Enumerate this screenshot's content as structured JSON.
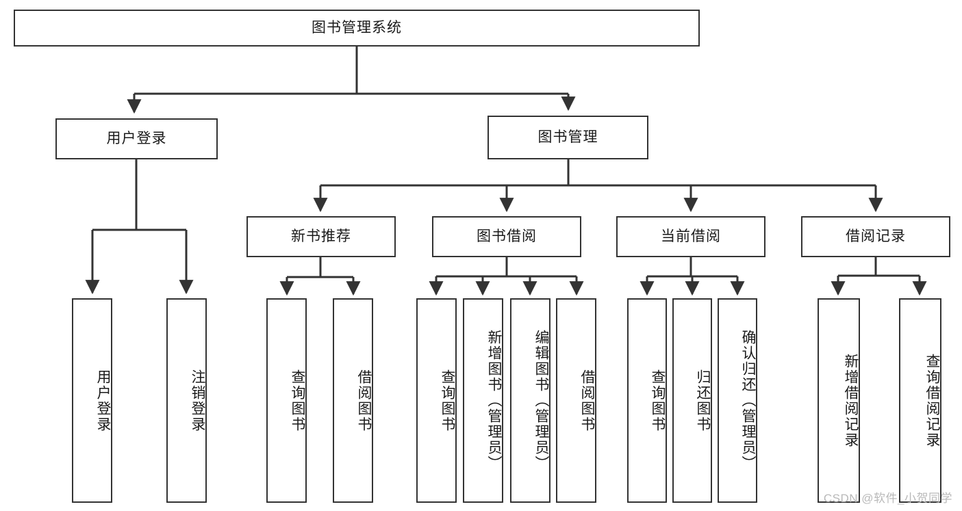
{
  "diagram": {
    "title": "图书管理系统",
    "watermark": "CSDN @软件_小贺同学",
    "line_color": "#333333",
    "box_fill": "#ffffff",
    "text_color": "#1a1a1a",
    "watermark_color": "#b9b9b9",
    "root": {
      "label": "图书管理系统"
    },
    "level1": [
      {
        "label": "用户登录"
      },
      {
        "label": "图书管理"
      }
    ],
    "level2": [
      {
        "label": "新书推荐"
      },
      {
        "label": "图书借阅"
      },
      {
        "label": "当前借阅"
      },
      {
        "label": "借阅记录"
      }
    ],
    "leaves": {
      "user_login": [
        {
          "label": "用户登录"
        },
        {
          "label": "注销登录"
        }
      ],
      "new_book_recommend": [
        {
          "label": "查询图书"
        },
        {
          "label": "借阅图书"
        }
      ],
      "book_borrow": [
        {
          "label": "查询图书"
        },
        {
          "label": "新增图书（管理员）"
        },
        {
          "label": "编辑图书（管理员）"
        },
        {
          "label": "借阅图书"
        }
      ],
      "current_borrow": [
        {
          "label": "查询图书"
        },
        {
          "label": "归还图书"
        },
        {
          "label": "确认归还（管理员）"
        }
      ],
      "borrow_record": [
        {
          "label": "新增借阅记录"
        },
        {
          "label": "查询借阅记录"
        }
      ]
    }
  }
}
